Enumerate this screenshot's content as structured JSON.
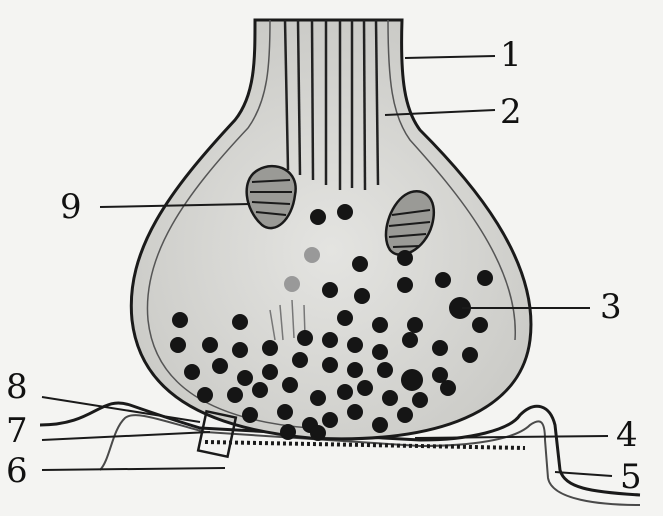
{
  "labels": {
    "l1": "1",
    "l2": "2",
    "l3": "3",
    "l4": "4",
    "l5": "5",
    "l6": "6",
    "l7": "7",
    "l8": "8",
    "l9": "9"
  },
  "colors": {
    "ink": "#1a1a1a",
    "terminal_fill": "#d9d9d6",
    "background": "#f4f4f2"
  }
}
